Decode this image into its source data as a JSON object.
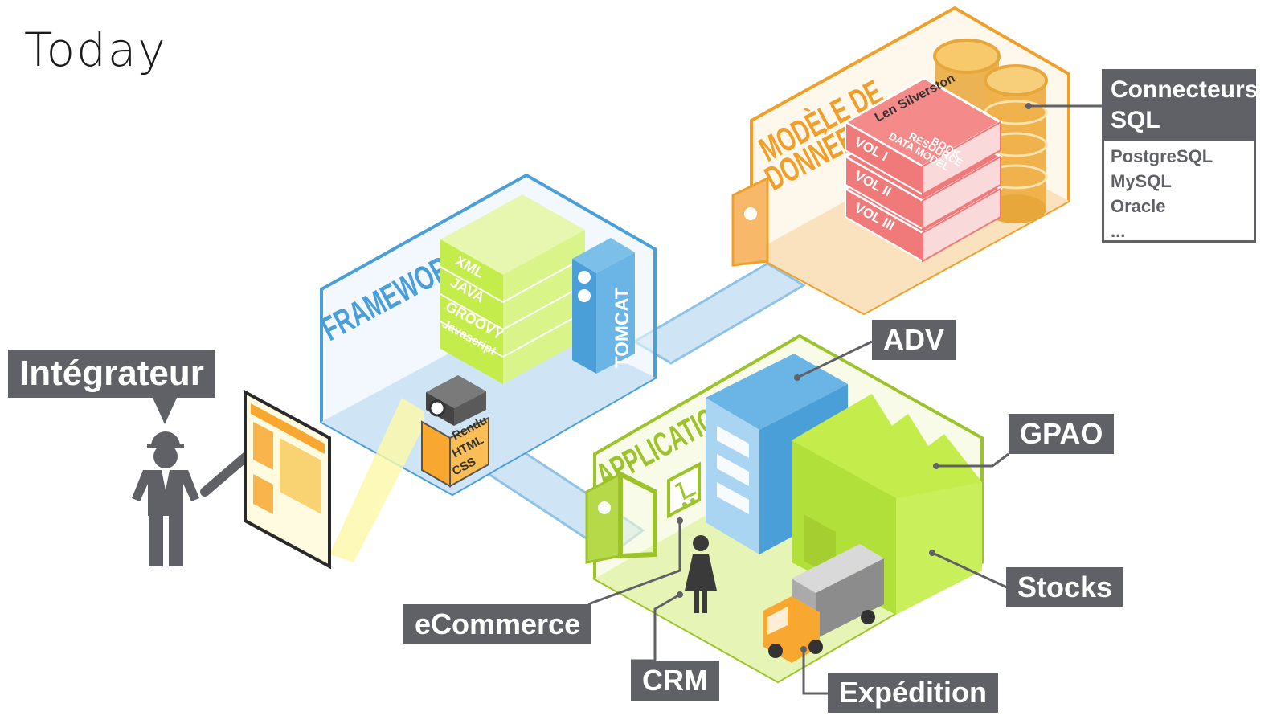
{
  "title": "Today",
  "zones": {
    "framework": "FRAMEWORK",
    "data_model_line1": "MODÈLE DE",
    "data_model_line2": "DONNÉES",
    "applications": "APPLICATIONS"
  },
  "framework": {
    "stack": [
      "XML",
      "JAVA",
      "GROOVY",
      "Javascript"
    ],
    "server": "TOMCAT",
    "projector": [
      "Rendu",
      "HTML",
      "CSS"
    ]
  },
  "books": {
    "author": "Len Silverston",
    "title_lines": [
      "DATA MODEL",
      "RESOURCE",
      "BOOK"
    ],
    "volumes": [
      "VOL I",
      "VOL II",
      "VOL III"
    ]
  },
  "connectors": {
    "title_line1": "Connecteurs",
    "title_line2": "SQL",
    "items": [
      "PostgreSQL",
      "MySQL",
      "Oracle",
      "..."
    ]
  },
  "labels": {
    "integrator": "Intégrateur",
    "adv": "ADV",
    "gpao": "GPAO",
    "stocks": "Stocks",
    "ecommerce": "eCommerce",
    "crm": "CRM",
    "expedition": "Expédition"
  },
  "colors": {
    "framework": "#4a9fd8",
    "data_model": "#f0a02a",
    "applications": "#9cc32a",
    "label_bg": "#5f6166",
    "books": "#f07a7a",
    "stack": "#c4ec4a"
  }
}
